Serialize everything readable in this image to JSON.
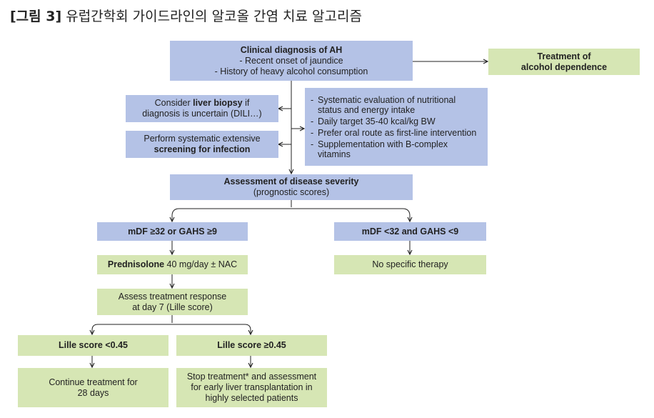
{
  "figure": {
    "label": "[그림 3]",
    "title": "유럽간학회 가이드라인의 알코올 간염 치료 알고리즘"
  },
  "nodes": {
    "diagnosis": {
      "title": "Clinical diagnosis of AH",
      "lines": [
        "- Recent onset of jaundice",
        "- History of heavy alcohol consumption"
      ]
    },
    "alcohol_treatment": {
      "line1": "Treatment of",
      "line2": "alcohol dependence"
    },
    "biopsy": {
      "pre": "Consider ",
      "bold": "liver biopsy",
      "post": " if",
      "line2": "diagnosis is uncertain (DILI…)"
    },
    "infection": {
      "line1": "Perform systematic extensive",
      "line2": "screening for infection"
    },
    "nutrition": {
      "items": [
        "Systematic evaluation of nutritional status and energy intake",
        "Daily target 35-40 kcal/kg BW",
        "Prefer oral route as first-line intervention",
        "Supplementation with B-complex vitamins"
      ]
    },
    "severity": {
      "title": "Assessment of disease severity",
      "subtitle": "(prognostic scores)"
    },
    "severe": {
      "label": "mDF ≥32 or GAHS ≥9"
    },
    "mild": {
      "label": "mDF <32 and GAHS <9"
    },
    "prednisolone": {
      "bold": "Prednisolone",
      "rest": " 40 mg/day ± NAC"
    },
    "no_therapy": {
      "label": "No specific therapy"
    },
    "assess_response": {
      "line1": "Assess treatment response",
      "line2": "at day 7 (Lille score)"
    },
    "lille_low": {
      "label": "Lille score <0.45"
    },
    "lille_high": {
      "label": "Lille score ≥0.45"
    },
    "continue": {
      "line1": "Continue treatment for",
      "line2": "28 days"
    },
    "stop": {
      "line1": "Stop treatment* and assessment",
      "line2": "for early liver transplantation in",
      "line3": "highly selected patients"
    }
  },
  "colors": {
    "blue_box": "#b4c2e6",
    "green_box": "#d6e6b4",
    "arrow": "#222222"
  }
}
